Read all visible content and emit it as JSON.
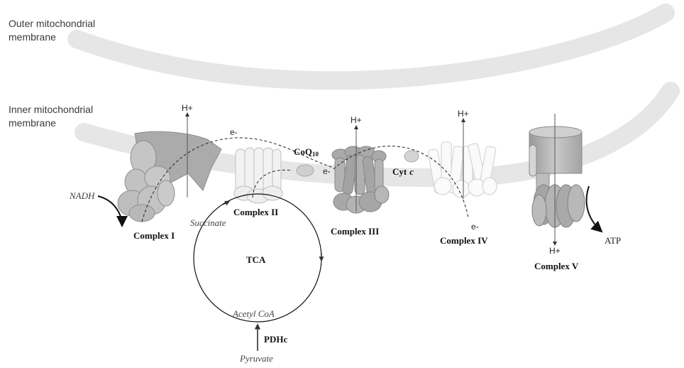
{
  "membranes": {
    "outer": [
      "Outer mitochondrial",
      "membrane"
    ],
    "inner": [
      "Inner mitochondrial",
      "membrane"
    ]
  },
  "complexes": {
    "c1": "Complex I",
    "c2": "Complex II",
    "c3": "Complex III",
    "c4": "Complex IV",
    "c5": "Complex V"
  },
  "carriers": {
    "coq": "CoQ",
    "coq_sub": "10",
    "cytc": "Cyt",
    "cytc_italic": "c"
  },
  "flows": {
    "proton": "H+",
    "electron": "e-",
    "nadh": "NADH",
    "atp": "ATP"
  },
  "tca": {
    "title": "TCA",
    "succinate": "Succinate",
    "acetyl_coa": "Acetyl CoA",
    "pdhc": "PDHc",
    "pyruvate": "Pyruvate"
  },
  "colors": {
    "membrane": "#e6e6e6",
    "protein_dark": "#a9a9a9",
    "protein_mid": "#c4c4c4",
    "protein_light": "#f1f1f1"
  }
}
